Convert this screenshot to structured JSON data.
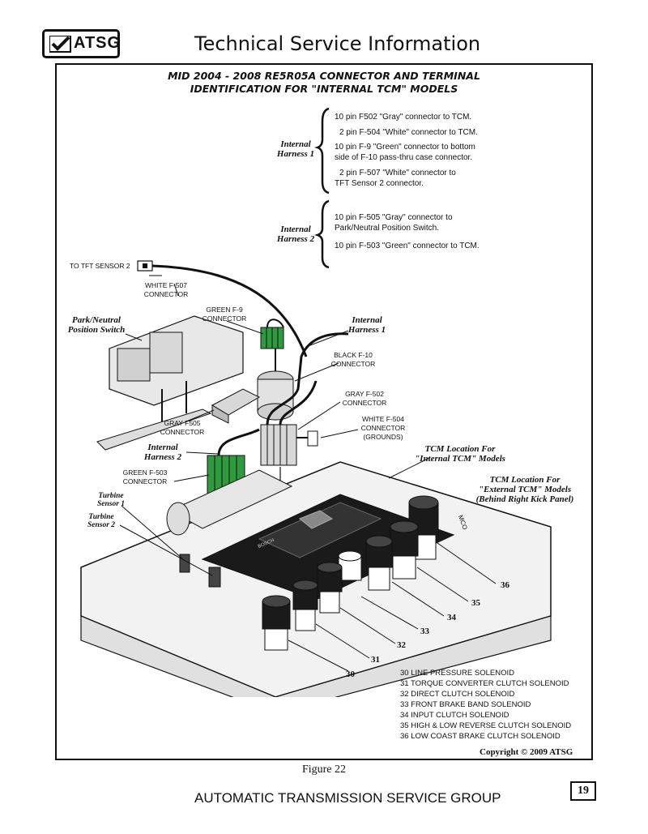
{
  "header": {
    "logo_text": "ATSG",
    "title": "Technical Service Information"
  },
  "heading": {
    "line1": "MID 2004 - 2008  RE5R05A  CONNECTOR AND TERMINAL",
    "line2": "IDENTIFICATION FOR \"INTERNAL TCM\" MODELS"
  },
  "harness1": {
    "label_l1": "Internal",
    "label_l2": "Harness 1",
    "notes": [
      "10 pin F502  \"Gray\" connector to TCM.",
      "2 pin F-504 \"White\" connector to TCM.",
      "10 pin F-9 \"Green\" connector to bottom",
      "side of F-10 pass-thru case connector.",
      "2 pin F-507 \"White\" connector to",
      "TFT Sensor 2 connector."
    ]
  },
  "harness2": {
    "label_l1": "Internal",
    "label_l2": "Harness 2",
    "notes": [
      "10 pin F-505 \"Gray\" connector to",
      "Park/Neutral Position Switch.",
      "10 pin F-503 \"Green\" connector to TCM."
    ]
  },
  "callouts": {
    "tft_sensor": "TO TFT SENSOR 2",
    "white_f507_l1": "WHITE F-507",
    "white_f507_l2": "CONNECTOR",
    "green_f9_l1": "GREEN F-9",
    "green_f9_l2": "CONNECTOR",
    "pn_switch_l1": "Park/Neutral",
    "pn_switch_l2": "Position Switch",
    "internal_harness1_l1": "Internal",
    "internal_harness1_l2": "Harness 1",
    "black_f10_l1": "BLACK F-10",
    "black_f10_l2": "CONNECTOR",
    "gray_f502_l1": "GRAY F-502",
    "gray_f502_l2": "CONNECTOR",
    "white_f504_l1": "WHITE F-504",
    "white_f504_l2": "CONNECTOR",
    "white_f504_l3": "(GROUNDS)",
    "gray_f505_l1": "GRAY F505",
    "gray_f505_l2": "CONNECTOR",
    "internal_harness2_l1": "Internal",
    "internal_harness2_l2": "Harness 2",
    "tcm_internal_l1": "TCM Location For",
    "tcm_internal_l2": "\"Internal TCM\" Models",
    "green_f503_l1": "GREEN F-503",
    "green_f503_l2": "CONNECTOR",
    "tcm_external_l1": "TCM Location For",
    "tcm_external_l2": "\"External TCM\" Models",
    "tcm_external_l3": "(Behind Right Kick Panel)",
    "turbine1_l1": "Turbine",
    "turbine1_l2": "Sensor 1",
    "turbine2_l1": "Turbine",
    "turbine2_l2": "Sensor 2",
    "bosch": "BOSCH",
    "mco": "MCO"
  },
  "numbers": [
    "36",
    "35",
    "34",
    "33",
    "32",
    "31",
    "30"
  ],
  "legend": [
    "30  LINE PRESSURE SOLENOID",
    "31  TORQUE CONVERTER CLUTCH SOLENOID",
    "32  DIRECT CLUTCH SOLENOID",
    "33  FRONT BRAKE BAND SOLENOID",
    "34  INPUT CLUTCH SOLENOID",
    "35  HIGH & LOW REVERSE CLUTCH SOLENOID",
    "36  LOW COAST BRAKE CLUTCH SOLENOID"
  ],
  "copyright": "Copyright © 2009 ATSG",
  "figure_caption": "Figure 22",
  "footer": {
    "text": "AUTOMATIC TRANSMISSION SERVICE GROUP",
    "page_number": "19"
  },
  "colors": {
    "connector_green": "#2e9b3e",
    "ink": "#111111",
    "gray_fill": "#cfcfcf"
  }
}
